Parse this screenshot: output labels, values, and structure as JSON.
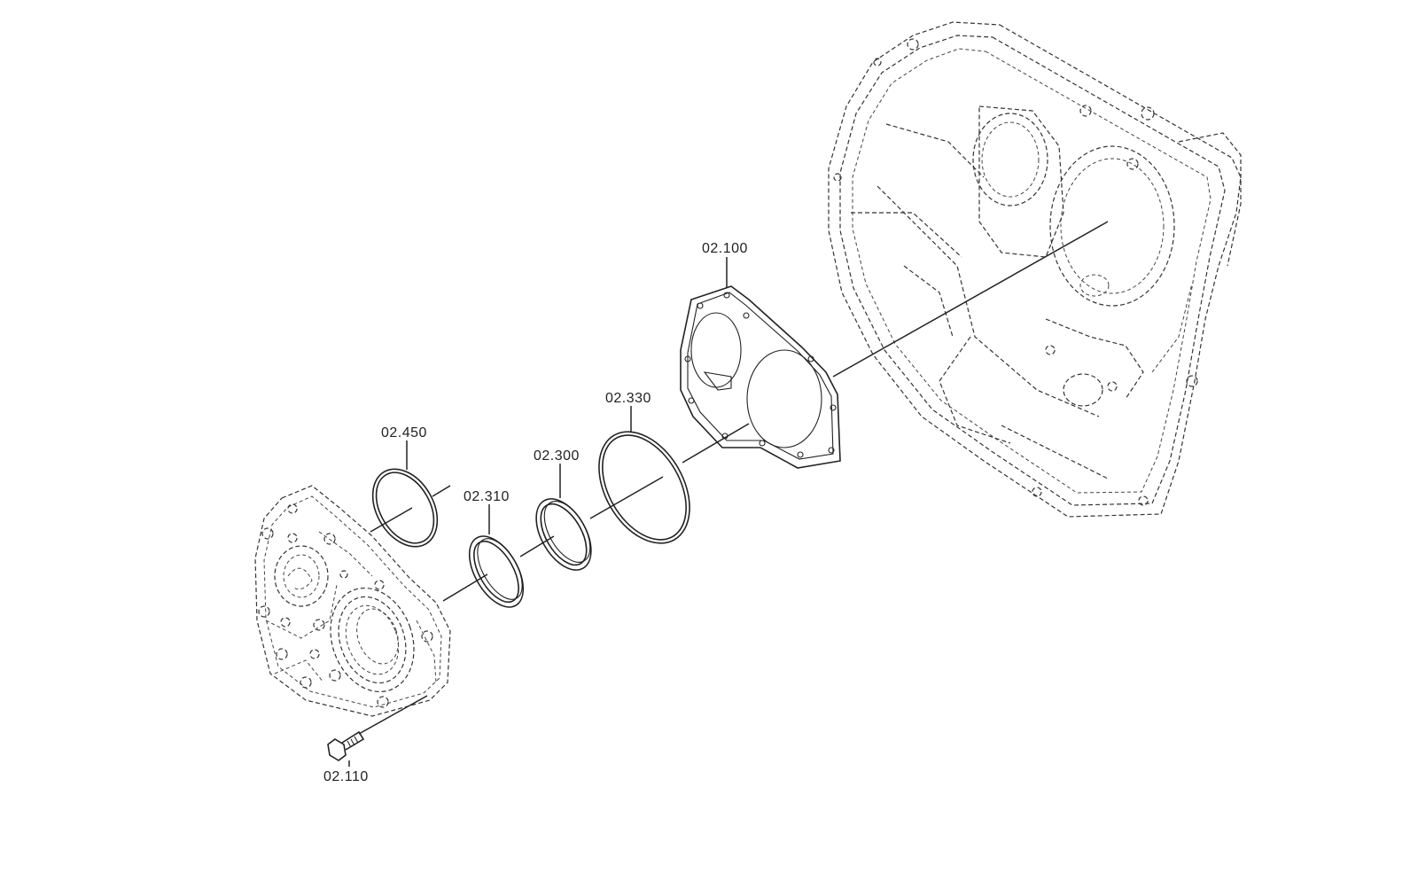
{
  "labels": {
    "p02_100": "02.100",
    "p02_110": "02.110",
    "p02_300": "02.300",
    "p02_310": "02.310",
    "p02_330": "02.330",
    "p02_450": "02.450"
  },
  "colors": {
    "line": "#222222",
    "background": "#ffffff"
  }
}
